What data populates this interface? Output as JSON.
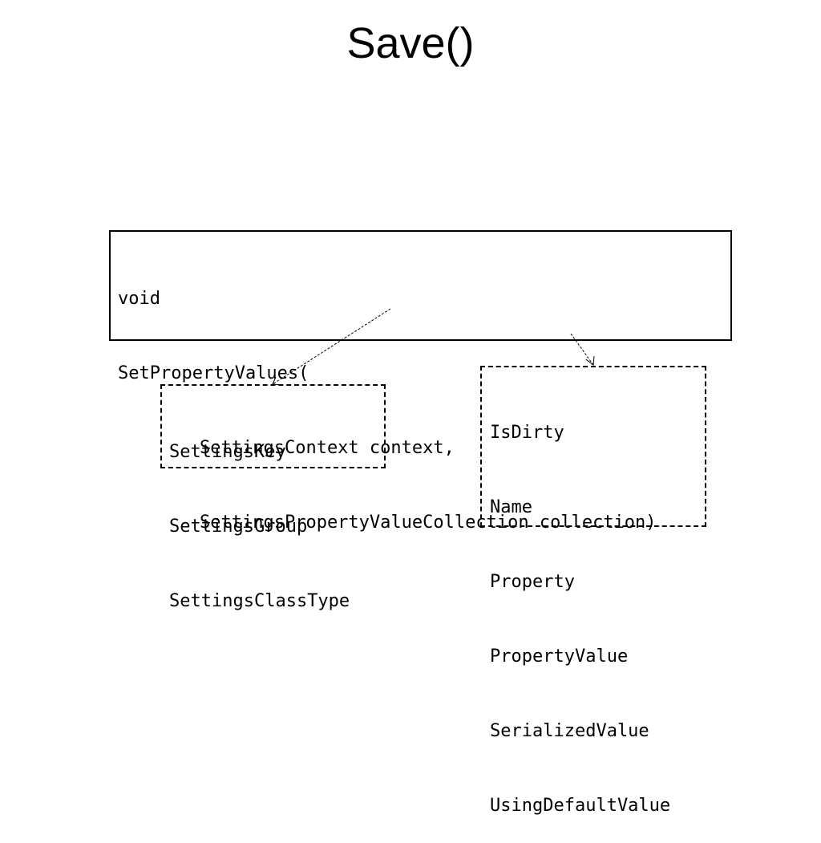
{
  "title": "Save()",
  "method": {
    "lines": [
      "void",
      "SetPropertyValues(",
      "SettingsContext context,",
      "SettingsPropertyValueCollection collection)"
    ]
  },
  "context_properties": [
    "SettingsKey",
    "SettingsGroup",
    "SettingsClassType"
  ],
  "collection_properties": [
    "IsDirty",
    "Name",
    "Property",
    "PropertyValue",
    "SerializedValue",
    "UsingDefaultValue"
  ],
  "colors": {
    "background": "#ffffff",
    "ink": "#000000"
  }
}
